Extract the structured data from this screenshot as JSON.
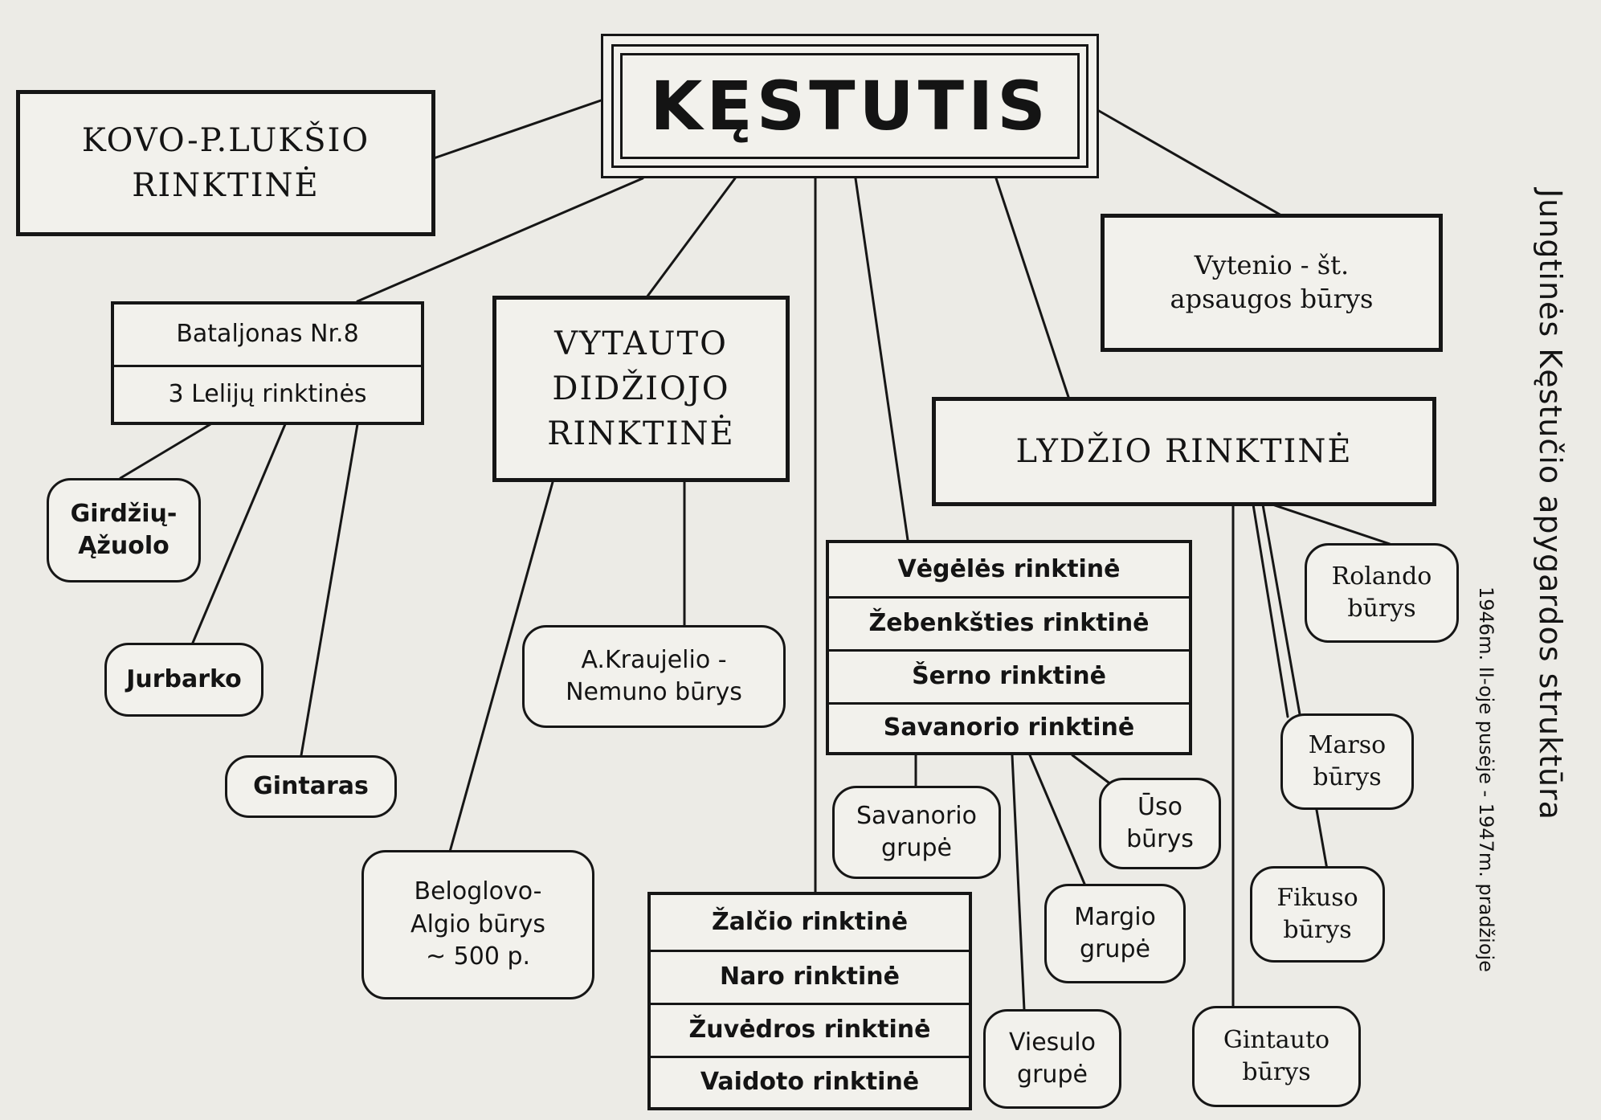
{
  "title": "KĘSTUTIS",
  "side_title": "Jungtinės Kęstučio apygardos struktūra",
  "side_period": "1946m. II-oje pusėje - 1947m. pradžioje",
  "boxes": {
    "kovo": [
      "KOVO-P.LUKŠIO",
      "RINKTINĖ"
    ],
    "vytauto": [
      "VYTAUTO",
      "DIDŽIOJO",
      "RINKTINĖ"
    ],
    "vytenio": [
      "Vytenio - št.",
      "apsaugos būrys"
    ],
    "lydzio": [
      "LYDŽIO RINKTINĖ"
    ],
    "bataljonas": [
      "Bataljonas Nr.8",
      "3 Lelijų rinktinės"
    ],
    "girdziu": [
      "Girdžių-",
      "Ąžuolo"
    ],
    "jurbarko": [
      "Jurbarko"
    ],
    "gintaras": [
      "Gintaras"
    ],
    "kraujelio": [
      "A.Kraujelio -",
      "Nemuno būrys"
    ],
    "belogl": [
      "Beloglovo-",
      "Algio būrys",
      "~ 500 p."
    ],
    "vegeles": [
      "Vėgėlės rinktinė",
      "Žebenkšties rinktinė",
      "Šerno rinktinė",
      "Savanorio rinktinė"
    ],
    "zalcio": [
      "Žalčio rinktinė",
      "Naro rinktinė",
      "Žuvėdros rinktinė",
      "Vaidoto rinktinė"
    ],
    "savgrupe": [
      "Savanorio",
      "grupė"
    ],
    "uso": [
      "Ūso",
      "būrys"
    ],
    "margio": [
      "Margio",
      "grupė"
    ],
    "viesulo": [
      "Viesulo",
      "grupė"
    ],
    "rolando": [
      "Rolando",
      "būrys"
    ],
    "marso": [
      "Marso",
      "būrys"
    ],
    "fikuso": [
      "Fikuso",
      "būrys"
    ],
    "gintauto": [
      "Gintauto",
      "būrys"
    ]
  }
}
